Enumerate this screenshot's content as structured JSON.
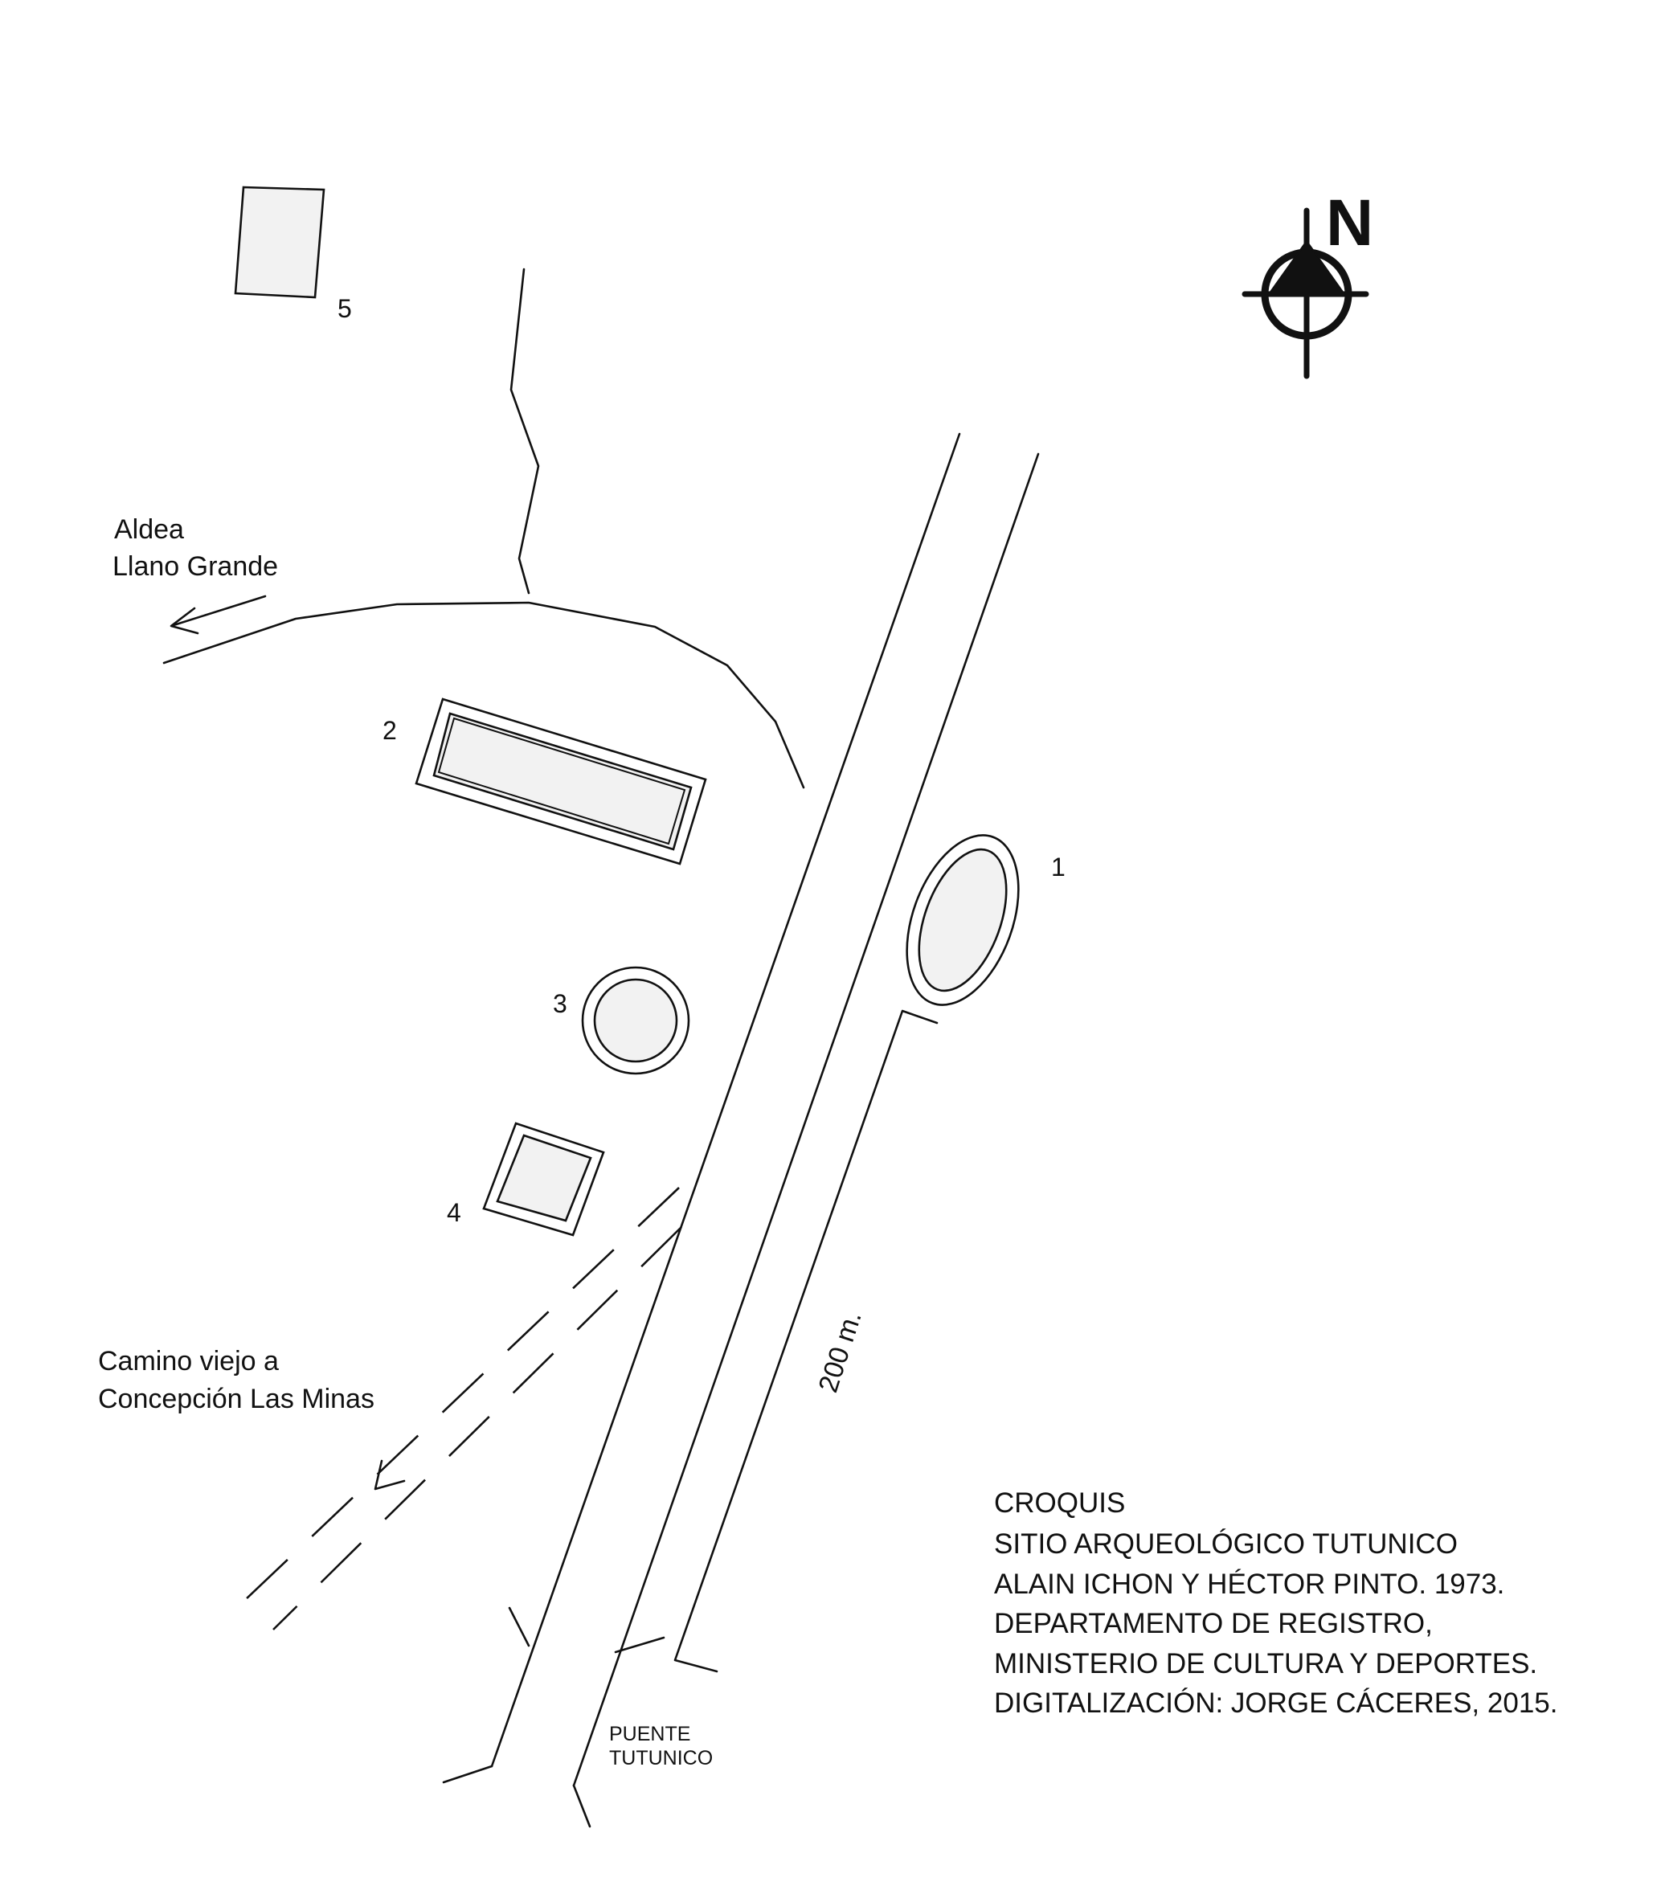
{
  "labels": {
    "aldea_line1": "Aldea",
    "aldea_line2": "Llano Grande",
    "camino_line1": "Camino viejo a",
    "camino_line2": "Concepción Las Minas",
    "distance": "200 m.",
    "puente_line1": "PUENTE",
    "puente_line2": "TUTUNICO",
    "north": "N"
  },
  "structures": [
    {
      "number": "1",
      "shape": "ellipse"
    },
    {
      "number": "2",
      "shape": "rectangle"
    },
    {
      "number": "3",
      "shape": "circle"
    },
    {
      "number": "4",
      "shape": "square"
    },
    {
      "number": "5",
      "shape": "rectangle"
    }
  ],
  "caption": [
    "CROQUIS",
    "SITIO ARQUEOLÓGICO TUTUNICO",
    "ALAIN ICHON Y HÉCTOR PINTO.  1973.",
    "DEPARTAMENTO DE REGISTRO,",
    "MINISTERIO DE CULTURA Y DEPORTES.",
    "DIGITALIZACIÓN:  JORGE CÁCERES, 2015."
  ],
  "icons": {
    "north_arrow": "north-arrow-compass-icon",
    "direction_arrows": "arrow-icon"
  },
  "colors": {
    "line": "#111111",
    "fill": "#f2f2f2",
    "background": "#ffffff"
  }
}
